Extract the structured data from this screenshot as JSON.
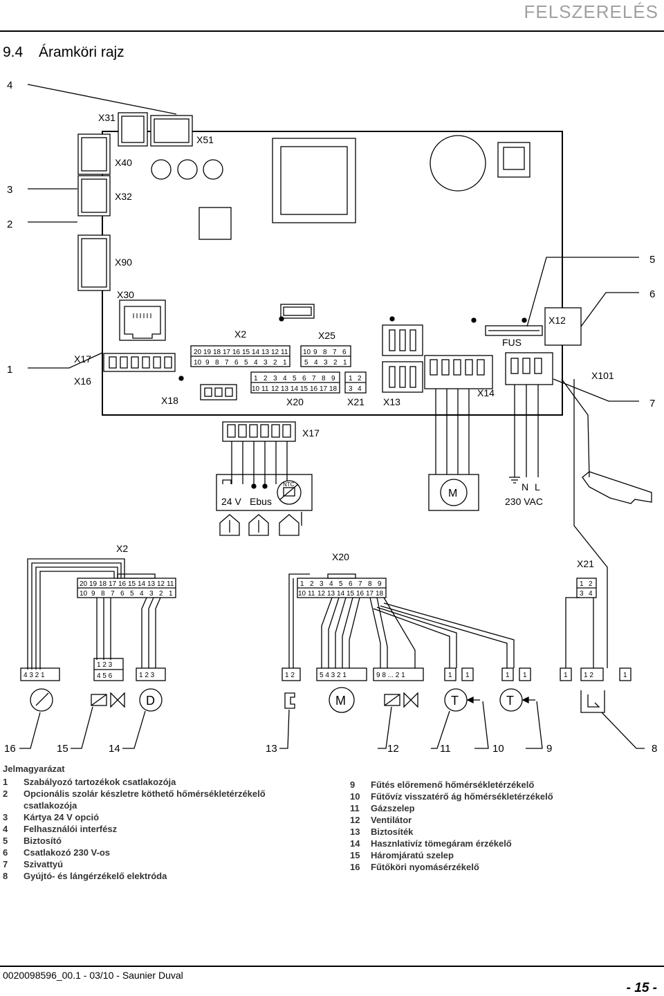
{
  "header": {
    "section_title": "FELSZERELÉS"
  },
  "heading": {
    "number": "9.4",
    "title": "Áramköri rajz"
  },
  "diagram": {
    "callouts": [
      "1",
      "2",
      "3",
      "4",
      "5",
      "6",
      "7",
      "8",
      "9",
      "10",
      "11",
      "12",
      "13",
      "14",
      "15",
      "16"
    ],
    "connectors": {
      "x31": "X31",
      "x51": "X51",
      "x40": "X40",
      "x32": "X32",
      "x90": "X90",
      "x30": "X30",
      "x2": "X2",
      "x25": "X25",
      "x12": "X12",
      "fus": "FUS",
      "x17": "X17",
      "x16": "X16",
      "x18": "X18",
      "x20": "X20",
      "x21": "X21",
      "x13": "X13",
      "x14": "X14",
      "x101": "X101"
    },
    "terminal_rows": {
      "x2_top": [
        "20",
        "19",
        "18",
        "17",
        "16",
        "15",
        "14",
        "13",
        "12",
        "11"
      ],
      "x2_bottom": [
        "10",
        "9",
        "8",
        "7",
        "6",
        "5",
        "4",
        "3",
        "2",
        "1"
      ],
      "x25_top": [
        "10",
        "9",
        "8",
        "7",
        "6"
      ],
      "x25_bottom": [
        "5",
        "4",
        "3",
        "2",
        "1"
      ],
      "x20_top": [
        "1",
        "2",
        "3",
        "4",
        "5",
        "6",
        "7",
        "8",
        "9"
      ],
      "x20_bottom": [
        "10",
        "11",
        "12",
        "13",
        "14",
        "15",
        "16",
        "17",
        "18"
      ],
      "x21_top": [
        "1",
        "2"
      ],
      "x21_bottom": [
        "3",
        "4"
      ]
    },
    "device_labels": {
      "v24": "24 V",
      "ebus": "Ebus",
      "ntc": "NTC",
      "motor": "M",
      "n": "N",
      "l": "L",
      "vac": "230 VAC",
      "divert_d": "D",
      "fan_m": "M",
      "temp_t1": "T",
      "temp_t2": "T"
    },
    "plugs": {
      "p16": "4 3 2 1",
      "p15_top": "1 2 3",
      "p15_bottom": "4 5 6",
      "p14": "1 2 3",
      "p13": "1 2",
      "p12": "5 4 3 2 1",
      "p11": "9 8 ... 2 1",
      "p10a": "1",
      "p10b": "1",
      "p9a": "1",
      "p9b": "1",
      "p8a": "1",
      "p8b": "1 2",
      "p8c": "1"
    }
  },
  "legend": {
    "title": "Jelmagyarázat",
    "left": [
      {
        "n": "1",
        "text": "Szabályozó tartozékok csatlakozója"
      },
      {
        "n": "2",
        "text": "Opcionális szolár készletre köthető hőmérsékletérzékelő"
      },
      {
        "n": "",
        "text": "csatlakozója"
      },
      {
        "n": "3",
        "text": "Kártya 24 V opció"
      },
      {
        "n": "4",
        "text": "Felhasználói interfész"
      },
      {
        "n": "5",
        "text": "Biztosító"
      },
      {
        "n": "6",
        "text": "Csatlakozó 230 V-os"
      },
      {
        "n": "7",
        "text": "Szivattyú"
      },
      {
        "n": "8",
        "text": "Gyújtó- és lángérzékelő elektróda"
      }
    ],
    "right": [
      {
        "n": "9",
        "text": "Fűtés előremenő hőmérsékletérzékelő"
      },
      {
        "n": "10",
        "text": "Fűtővíz visszatérő ág hőmérsékletérzékelő"
      },
      {
        "n": "11",
        "text": "Gázszelep"
      },
      {
        "n": "12",
        "text": "Ventilátor"
      },
      {
        "n": "13",
        "text": "Biztosíték"
      },
      {
        "n": "14",
        "text": "Hasznlativíz tömegáram érzékelő"
      },
      {
        "n": "15",
        "text": "Háromjáratú szelep"
      },
      {
        "n": "16",
        "text": "Fűtőköri nyomásérzékelő"
      }
    ]
  },
  "footer": {
    "doc_ref": "0020098596_00.1 - 03/10 - Saunier Duval",
    "page": "- 15 -"
  }
}
